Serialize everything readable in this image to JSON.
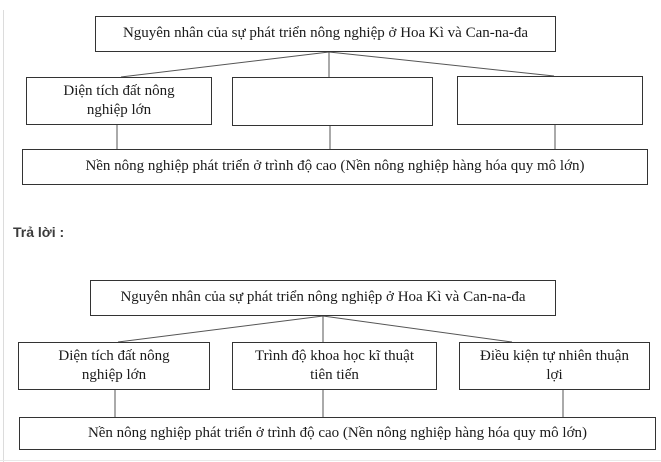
{
  "answer_section": {
    "label": "Trả lời :"
  },
  "question_diagram": {
    "root": "Nguyên nhân của sự phát triển nông nghiệp ở Hoa Kì và Can-na-đa",
    "causes": [
      "Diện tích đất nông nghiệp lớn",
      "",
      ""
    ],
    "result": "Nền nông nghiệp phát triển ở trình độ cao (Nền nông nghiệp hàng hóa quy mô lớn)"
  },
  "answer_diagram": {
    "root": "Nguyên nhân của sự phát triển nông nghiệp ở Hoa Kì và Can-na-đa",
    "causes": [
      "Diện tích đất nông nghiệp lớn",
      "Trình độ khoa học kĩ thuật tiên tiến",
      "Điều kiện tự nhiên thuận lợi"
    ],
    "result": "Nền nông nghiệp phát triển ở trình độ cao (Nền nông nghiệp hàng hóa quy mô lớn)"
  },
  "colors": {
    "box_border": "#333333",
    "connector_line": "#555555",
    "text": "#1b1b1b",
    "page_border": "#dcdcdc"
  }
}
